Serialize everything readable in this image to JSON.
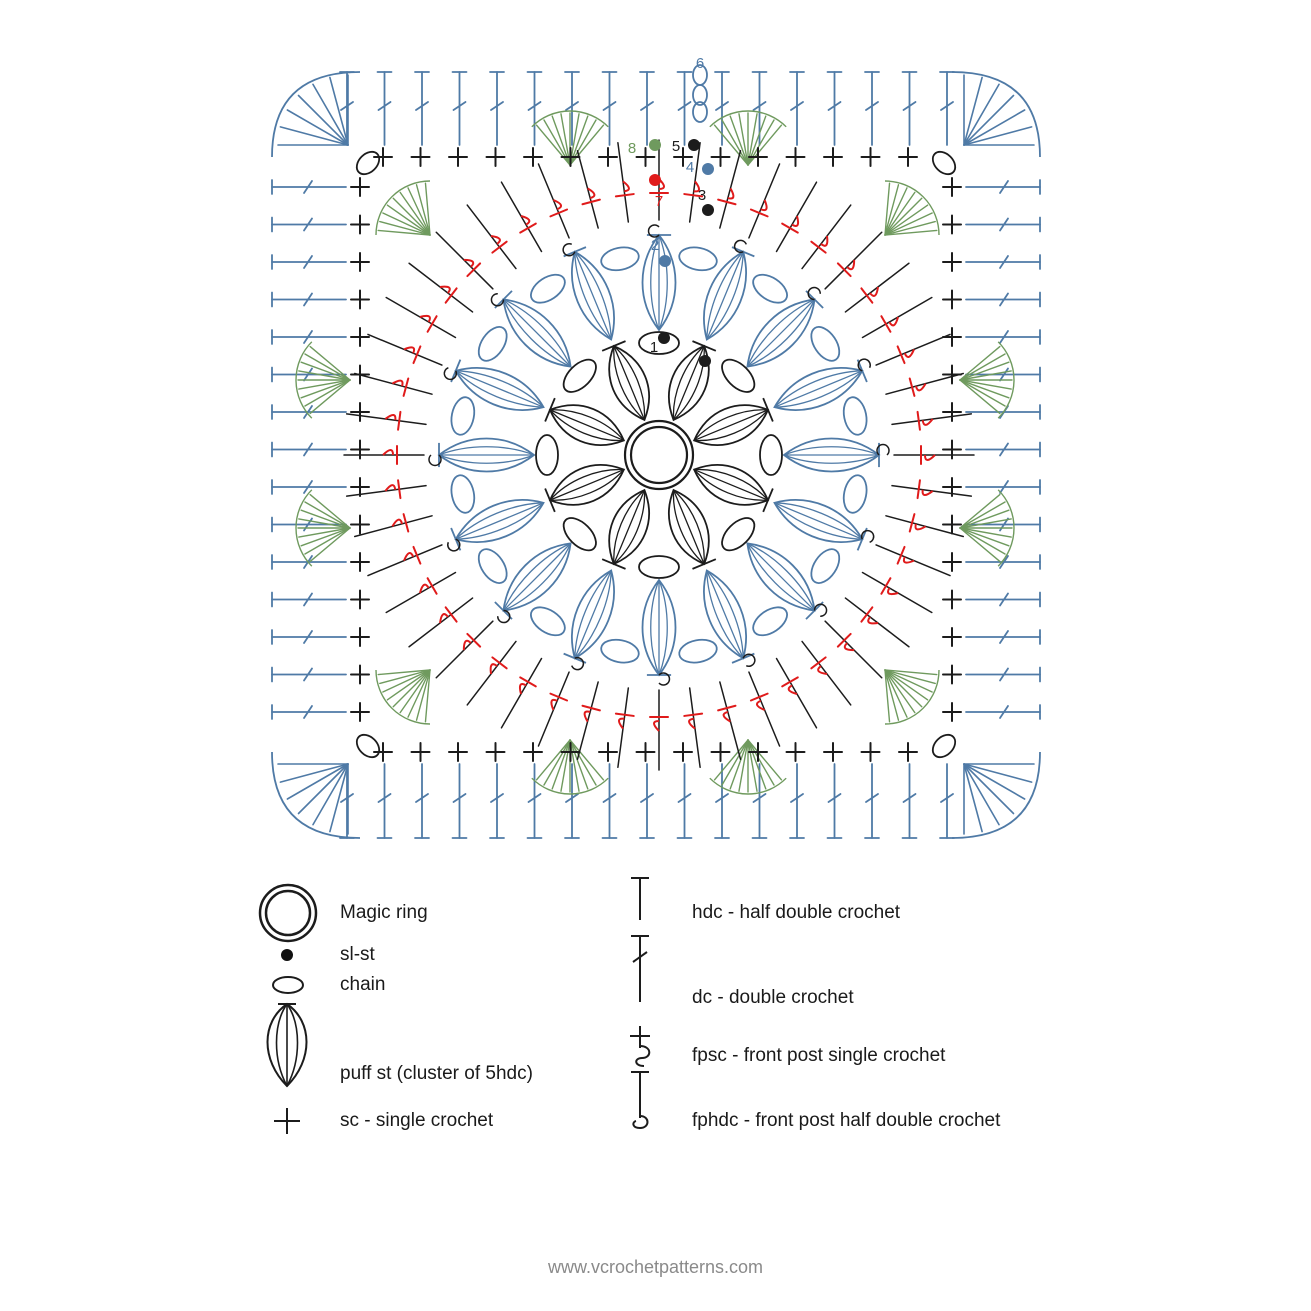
{
  "diagram": {
    "colors": {
      "black": "#1c1c1c",
      "blue": "#4f7aa6",
      "red": "#e01b1b",
      "green": "#6f9a5e"
    },
    "round_labels": [
      "1",
      "2",
      "3",
      "4",
      "5",
      "6",
      "7",
      "8"
    ]
  },
  "legend": {
    "magic_ring": "Magic ring",
    "sl_st": "sl-st",
    "chain": "chain",
    "puff_st": "puff st (cluster of 5hdc)",
    "sc": "sc - single crochet",
    "hdc": "hdc - half double crochet",
    "dc": "dc - double crochet",
    "fpsc": "fpsc - front post single crochet",
    "fphdc": "fphdc - front post half double crochet"
  },
  "footer": {
    "url": "www.vcrochetpatterns.com"
  }
}
